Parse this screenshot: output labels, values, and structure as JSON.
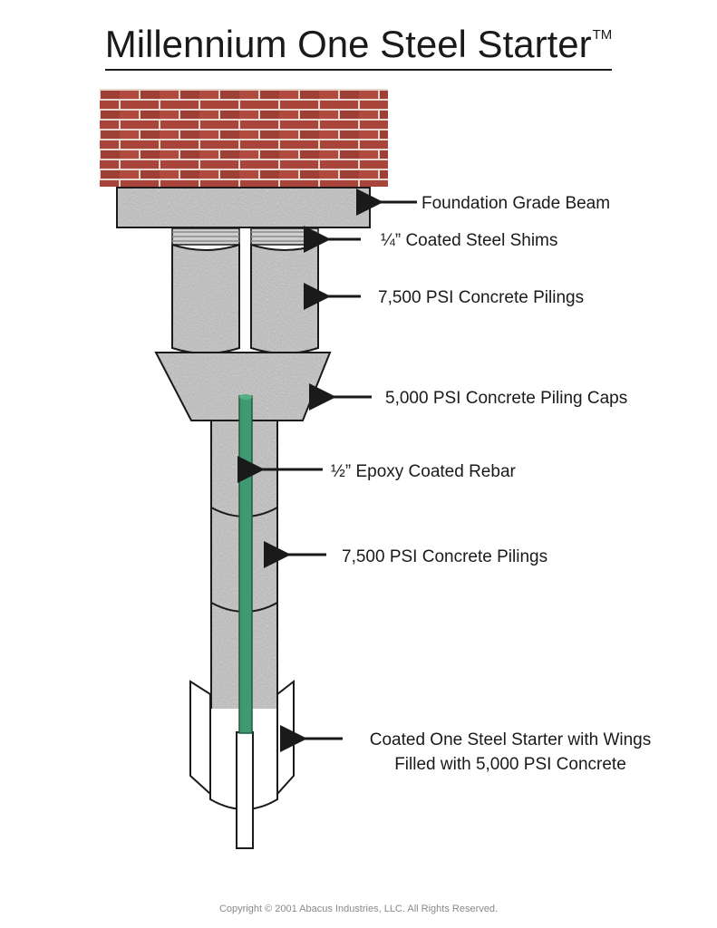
{
  "title": "Millennium One Steel Starter",
  "trademark": "TM",
  "labels": {
    "grade_beam": "Foundation Grade Beam",
    "shims": "¼” Coated Steel Shims",
    "upper_pilings": "7,500 PSI Concrete Pilings",
    "piling_caps": "5,000 PSI Concrete Piling Caps",
    "rebar": "½” Epoxy Coated Rebar",
    "lower_pilings": "7,500 PSI Concrete Pilings",
    "starter_line1": "Coated One Steel Starter with Wings",
    "starter_line2": "Filled with 5,000 PSI Concrete"
  },
  "copyright": "Copyright © 2001 Abacus Industries, LLC.  All Rights Reserved.",
  "colors": {
    "brick": "#a8443a",
    "mortar": "#e6d8d0",
    "concrete": "#b9b9b9",
    "rebar": "#3f9a72",
    "steel": "#ffffff",
    "outline": "#1a1a1a"
  }
}
